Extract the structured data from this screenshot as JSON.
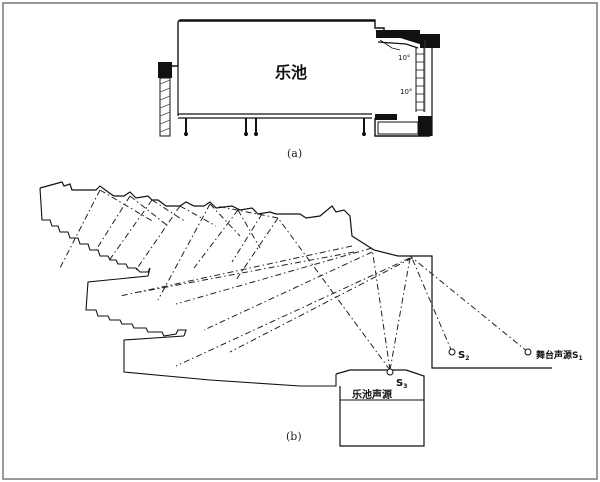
{
  "figure_a": {
    "caption": "(a)",
    "room_label": "乐池",
    "angle_upper": "10°",
    "angle_lower": "10°"
  },
  "figure_b": {
    "caption": "(b)",
    "source_pit": "乐池声源",
    "source_pit_tag": "S",
    "source_pit_sub": "3",
    "source_2_tag": "S",
    "source_2_sub": "2",
    "source_stage": "舞台声源S",
    "source_stage_sub": "1"
  }
}
